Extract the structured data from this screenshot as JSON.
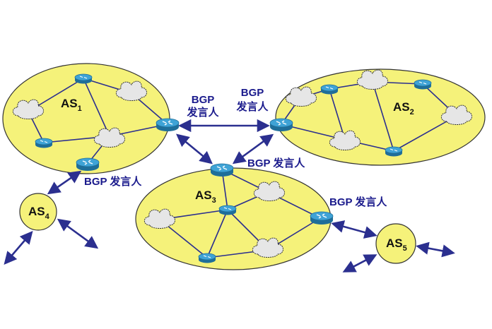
{
  "colors": {
    "as_fill": "#f5f27a",
    "as_stroke": "#333333",
    "link": "#2b2f8f",
    "inter_link": "#3b3aa8",
    "label": "#1a1a8c",
    "cloud_fill": "#e6e6e6",
    "router": "#2a86b8"
  },
  "autonomous_systems": [
    {
      "id": "as1",
      "name": "AS",
      "sub": "1"
    },
    {
      "id": "as2",
      "name": "AS",
      "sub": "2"
    },
    {
      "id": "as3",
      "name": "AS",
      "sub": "3"
    },
    {
      "id": "as4",
      "name": "AS",
      "sub": "4"
    },
    {
      "id": "as5",
      "name": "AS",
      "sub": "5"
    }
  ],
  "speakers": {
    "as1_right": {
      "line1": "BGP",
      "line2": "发言人"
    },
    "as2_left": {
      "line1": "BGP",
      "line2": "发言人"
    },
    "as3_top": {
      "text": "BGP 发言人"
    },
    "as1_bottom": {
      "text": "BGP 发言人"
    },
    "as3_right": {
      "text": "BGP 发言人"
    }
  },
  "icons": [
    "router-icon",
    "cloud-icon",
    "double-arrow-icon"
  ]
}
